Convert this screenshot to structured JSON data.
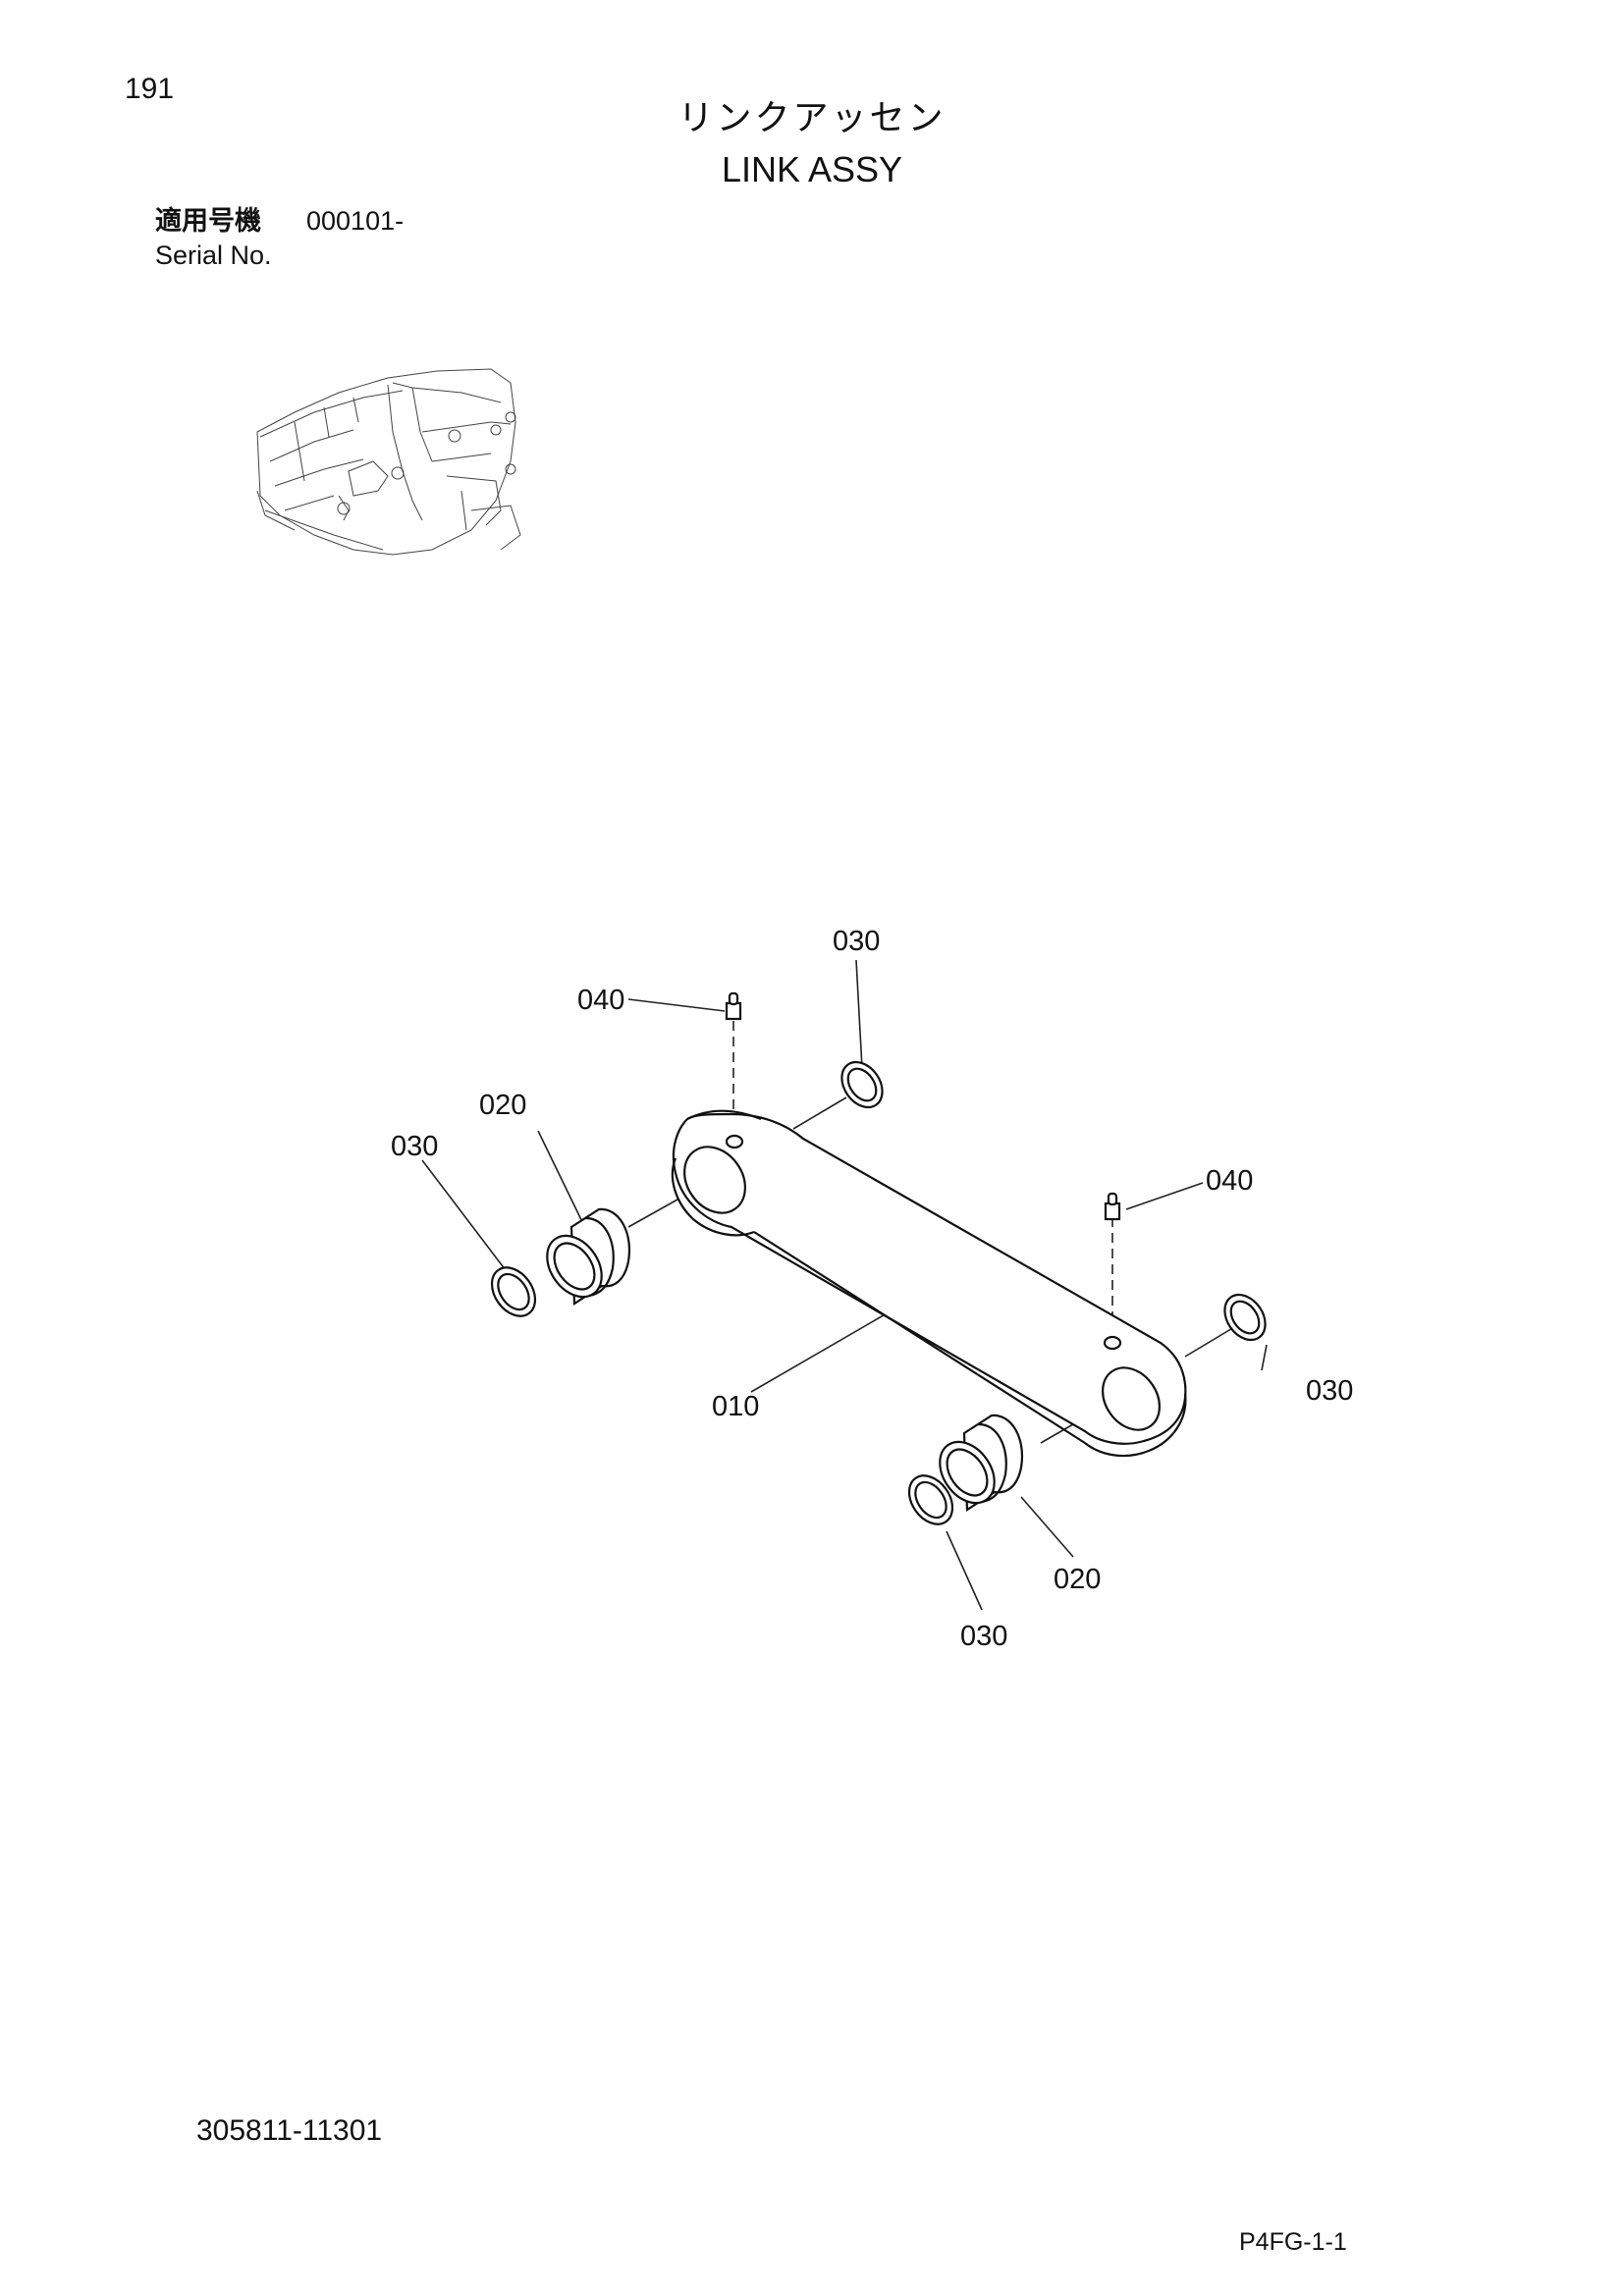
{
  "header": {
    "page_number": "191",
    "title_jp": "リンクアッセン",
    "title_en": "LINK ASSY",
    "serial_label_jp": "適用号機",
    "serial_value": "000101-",
    "serial_label_en": "Serial No."
  },
  "callouts": {
    "c030_top": "030",
    "c040_top": "040",
    "c020_left": "020",
    "c030_left": "030",
    "c040_right": "040",
    "c030_right": "030",
    "c010": "010",
    "c020_bottom": "020",
    "c030_bottom": "030"
  },
  "footer": {
    "doc_code": "305811-11301",
    "fig_code": "P4FG-1-1"
  }
}
